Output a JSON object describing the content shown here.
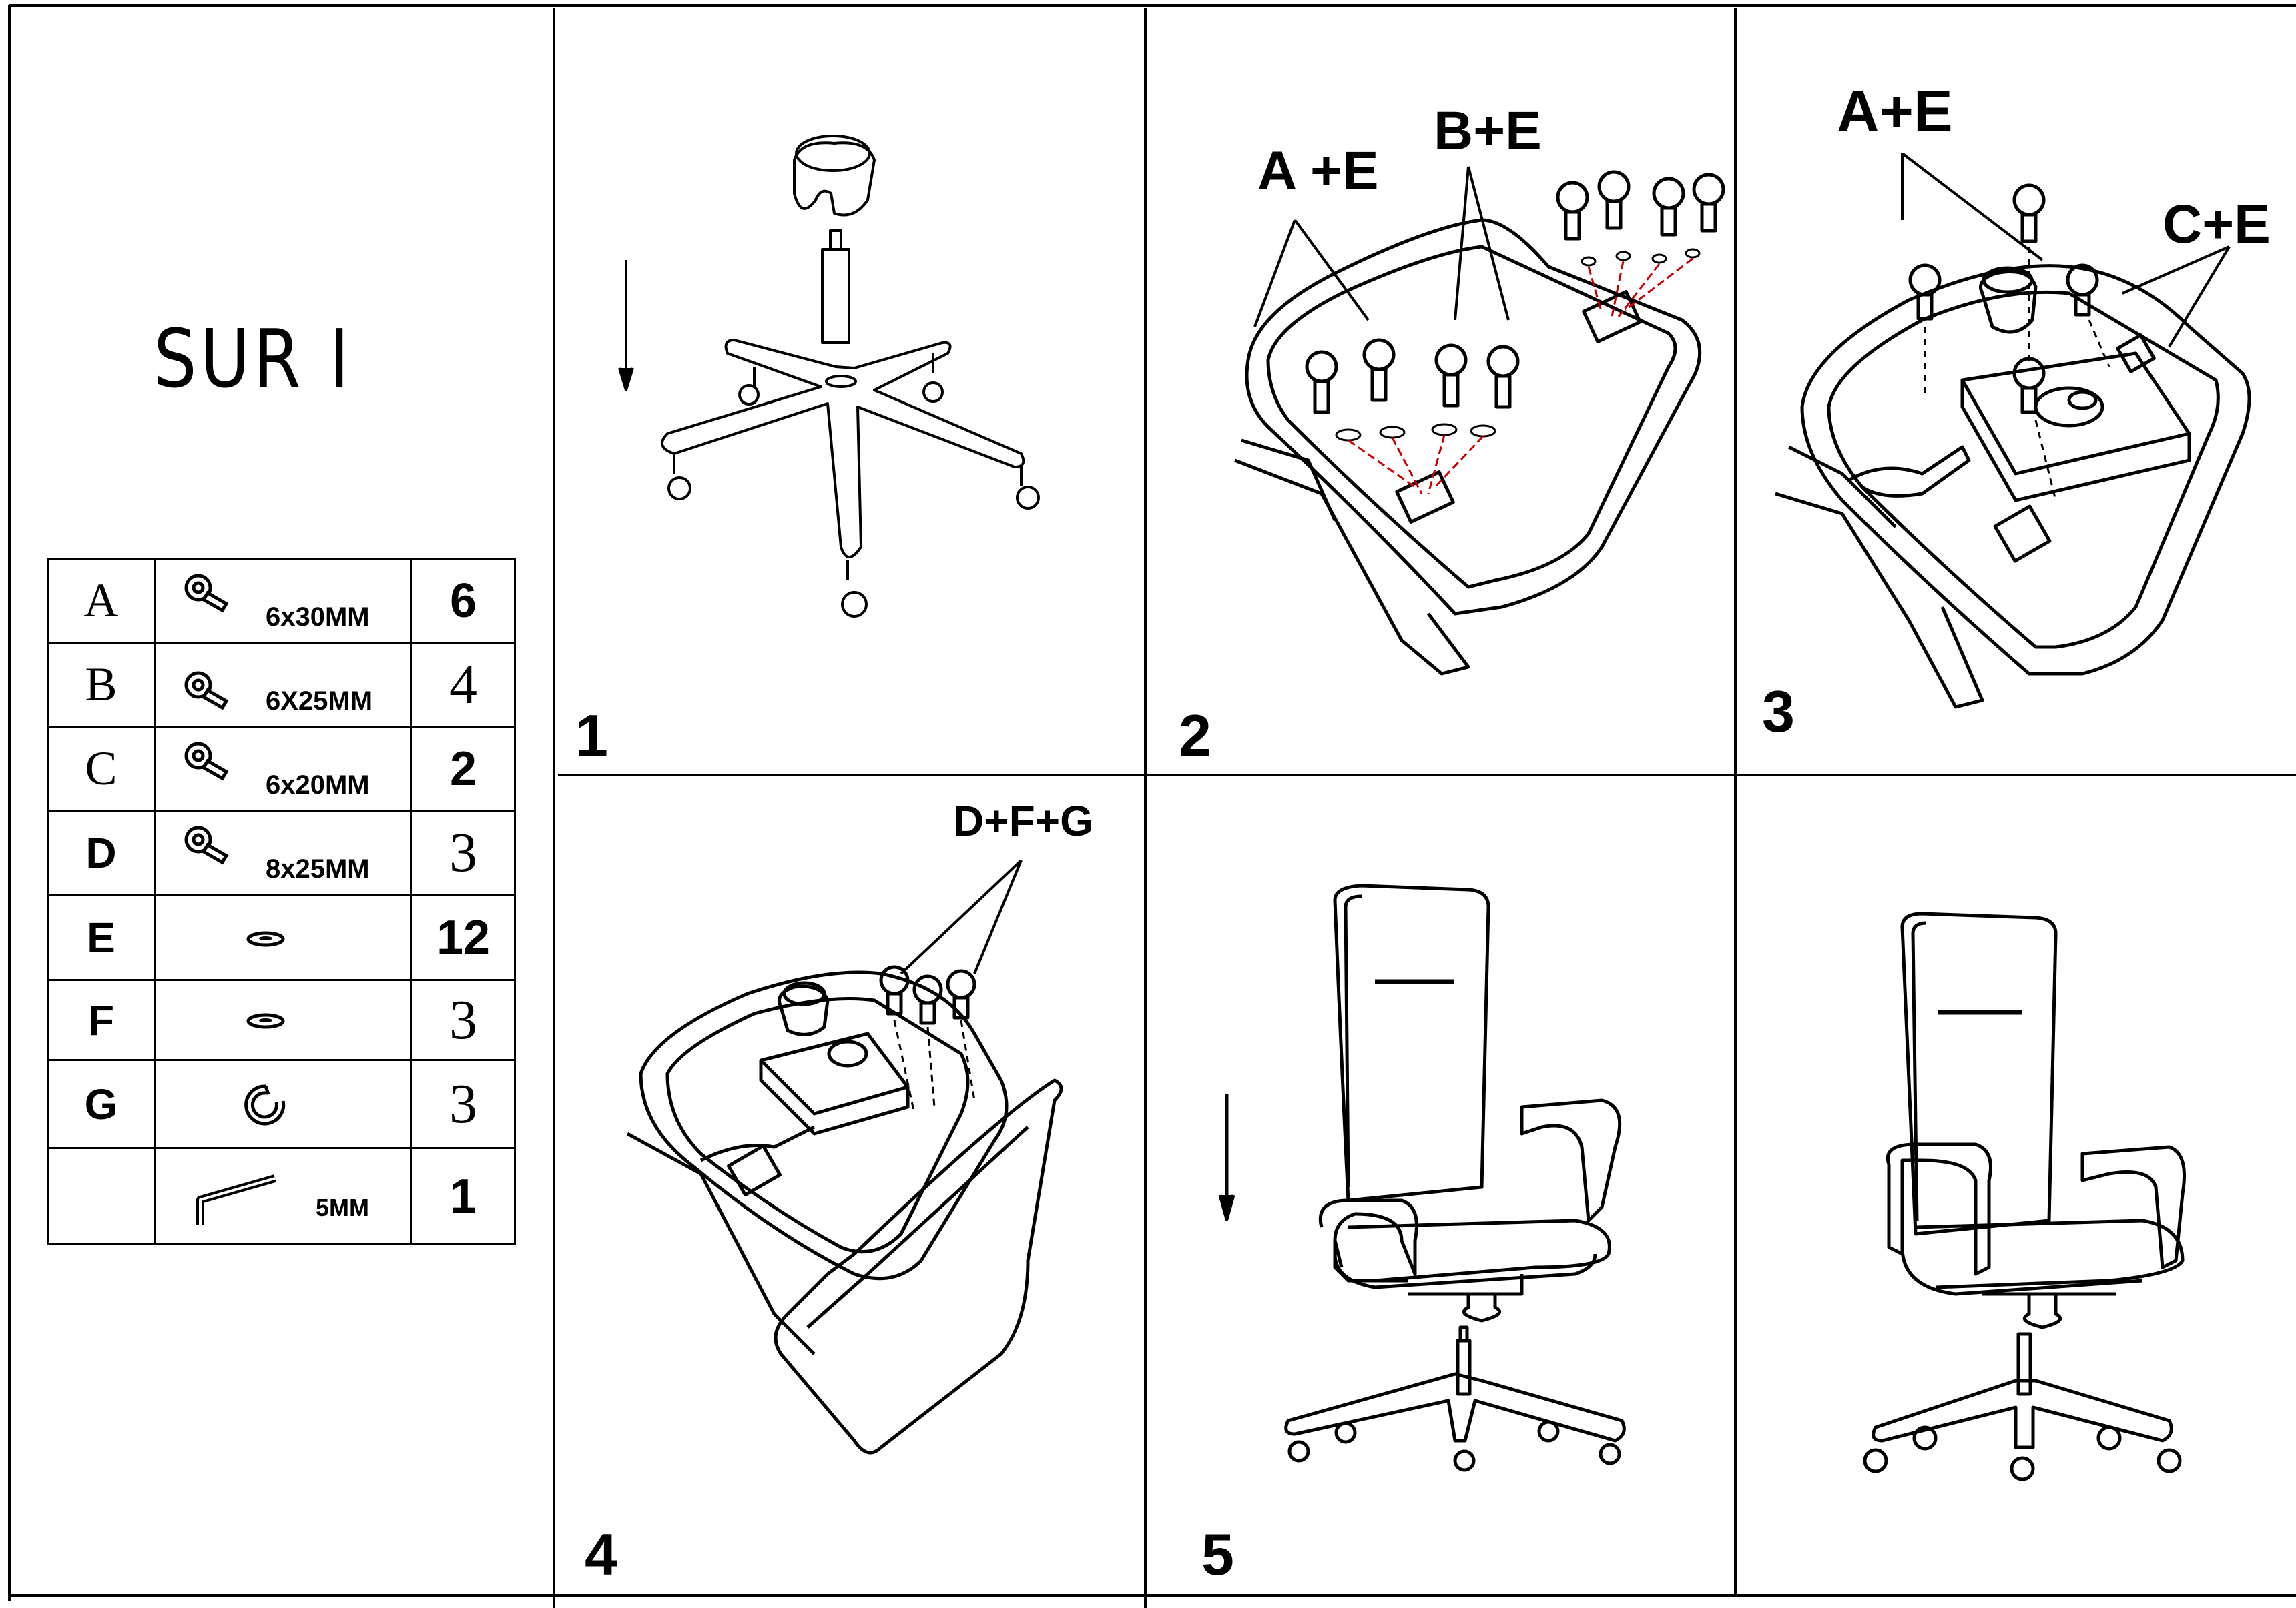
{
  "product_name": "SUR I",
  "parts": [
    {
      "letter": "A",
      "icon": "bolt-icon",
      "size": "6x30MM",
      "qty": "6"
    },
    {
      "letter": "B",
      "icon": "bolt-icon",
      "size": "6X25MM",
      "qty": "4"
    },
    {
      "letter": "C",
      "icon": "bolt-icon",
      "size": "6x20MM",
      "qty": "2"
    },
    {
      "letter": "D",
      "icon": "bolt-icon",
      "size": "8x25MM",
      "qty": "3"
    },
    {
      "letter": "E",
      "icon": "washer-icon",
      "size": "",
      "qty": "12"
    },
    {
      "letter": "F",
      "icon": "washer-icon",
      "size": "",
      "qty": "3"
    },
    {
      "letter": "G",
      "icon": "spring-washer-icon",
      "size": "",
      "qty": "3"
    },
    {
      "letter": "",
      "icon": "allen-key-icon",
      "size": "5MM",
      "qty": "1"
    }
  ],
  "steps": [
    {
      "number": "1",
      "callouts": []
    },
    {
      "number": "2",
      "callouts": [
        "A +E",
        "B+E"
      ]
    },
    {
      "number": "3",
      "callouts": [
        "A+E",
        "C+E"
      ]
    },
    {
      "number": "4",
      "callouts": [
        "D+F+G"
      ]
    },
    {
      "number": "5",
      "callouts": []
    }
  ]
}
